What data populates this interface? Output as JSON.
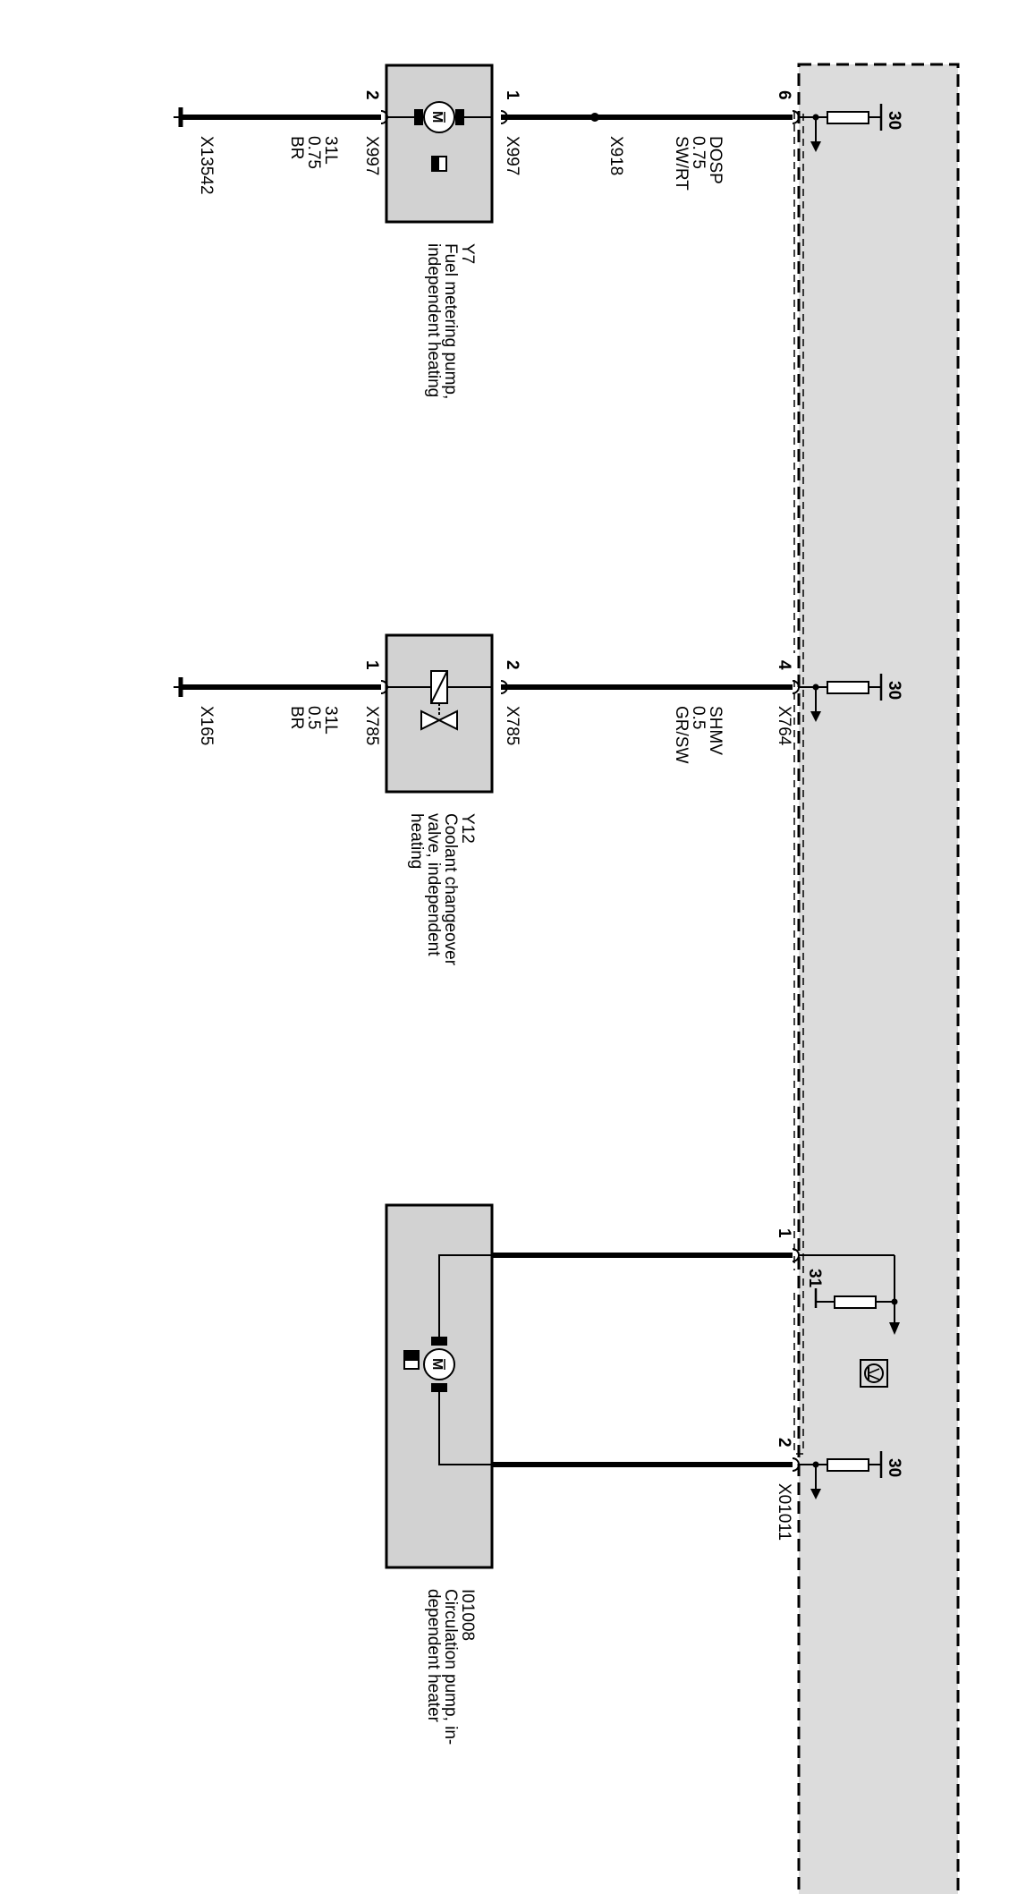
{
  "control_unit": {
    "supply_30_top": "30",
    "supply_30_middle": "30",
    "supply_30_bottom": "30",
    "ground_31": "31"
  },
  "fuel_pump": {
    "id": "Y7",
    "name_line1": "Fuel metering pump,",
    "name_line2": "independent heating",
    "pin_unit": "6",
    "pin_in": "1",
    "pin_out": "2",
    "signal_name": "DOSP",
    "signal_size": "0.75",
    "signal_color": "SW/RT",
    "inline_connector": "X918",
    "connector_in": "X997",
    "connector_out": "X997",
    "ground_name": "31L",
    "ground_size": "0.75",
    "ground_color": "BR",
    "ground_point": "X13542",
    "motor_letter": "M"
  },
  "coolant_valve": {
    "id": "Y12",
    "name_line1": "Coolant changeover",
    "name_line2": "valve, independent",
    "name_line3": "heating",
    "pin_unit": "4",
    "pin_in": "2",
    "pin_out": "1",
    "unit_connector": "X764",
    "signal_name": "SHMV",
    "signal_size": "0.5",
    "signal_color": "GR/SW",
    "connector_in": "X785",
    "connector_out": "X785",
    "ground_name": "31L",
    "ground_size": "0.5",
    "ground_color": "BR",
    "ground_point": "X165"
  },
  "circulation_pump": {
    "id": "I01008",
    "name_line1": "Circulation pump, in-",
    "name_line2": "dependent heater",
    "pin_a": "1",
    "pin_b": "2",
    "unit_connector": "X01011",
    "motor_letter": "M"
  },
  "colors": {
    "unit_fill": "#dcdcdc",
    "component_fill": "#d2d2d2",
    "wire": "#000000"
  }
}
